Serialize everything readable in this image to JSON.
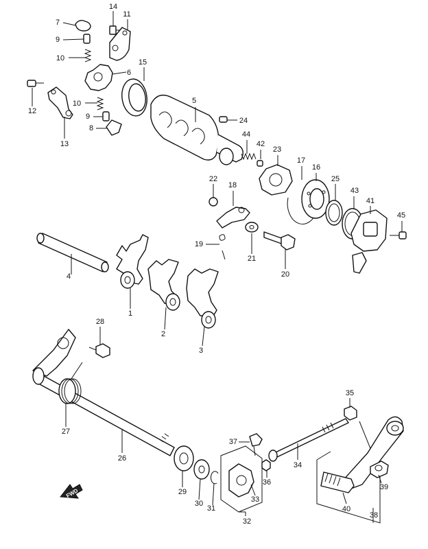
{
  "callouts": [
    {
      "id": "p1",
      "text": "1"
    },
    {
      "id": "p2",
      "text": "2"
    },
    {
      "id": "p3",
      "text": "3"
    },
    {
      "id": "p4",
      "text": "4"
    },
    {
      "id": "p5",
      "text": "5"
    },
    {
      "id": "p6",
      "text": "6"
    },
    {
      "id": "p7",
      "text": "7"
    },
    {
      "id": "p8",
      "text": "8"
    },
    {
      "id": "p9a",
      "text": "9"
    },
    {
      "id": "p9b",
      "text": "9"
    },
    {
      "id": "p10a",
      "text": "10"
    },
    {
      "id": "p10b",
      "text": "10"
    },
    {
      "id": "p11",
      "text": "11"
    },
    {
      "id": "p12",
      "text": "12"
    },
    {
      "id": "p13",
      "text": "13"
    },
    {
      "id": "p14",
      "text": "14"
    },
    {
      "id": "p15",
      "text": "15"
    },
    {
      "id": "p16",
      "text": "16"
    },
    {
      "id": "p17",
      "text": "17"
    },
    {
      "id": "p18",
      "text": "18"
    },
    {
      "id": "p19",
      "text": "19"
    },
    {
      "id": "p20",
      "text": "20"
    },
    {
      "id": "p21",
      "text": "21"
    },
    {
      "id": "p22",
      "text": "22"
    },
    {
      "id": "p23",
      "text": "23"
    },
    {
      "id": "p24",
      "text": "24"
    },
    {
      "id": "p25",
      "text": "25"
    },
    {
      "id": "p26",
      "text": "26"
    },
    {
      "id": "p27",
      "text": "27"
    },
    {
      "id": "p28",
      "text": "28"
    },
    {
      "id": "p29",
      "text": "29"
    },
    {
      "id": "p30",
      "text": "30"
    },
    {
      "id": "p31",
      "text": "31"
    },
    {
      "id": "p32",
      "text": "32"
    },
    {
      "id": "p33",
      "text": "33"
    },
    {
      "id": "p34",
      "text": "34"
    },
    {
      "id": "p35",
      "text": "35"
    },
    {
      "id": "p36",
      "text": "36"
    },
    {
      "id": "p37",
      "text": "37"
    },
    {
      "id": "p38",
      "text": "38"
    },
    {
      "id": "p39",
      "text": "39"
    },
    {
      "id": "p40",
      "text": "40"
    },
    {
      "id": "p41",
      "text": "41"
    },
    {
      "id": "p42",
      "text": "42"
    },
    {
      "id": "p43",
      "text": "43"
    },
    {
      "id": "p44",
      "text": "44"
    },
    {
      "id": "p45",
      "text": "45"
    }
  ],
  "direction_badge": "FWD",
  "colors": {
    "line": "#111111",
    "background": "#ffffff"
  }
}
